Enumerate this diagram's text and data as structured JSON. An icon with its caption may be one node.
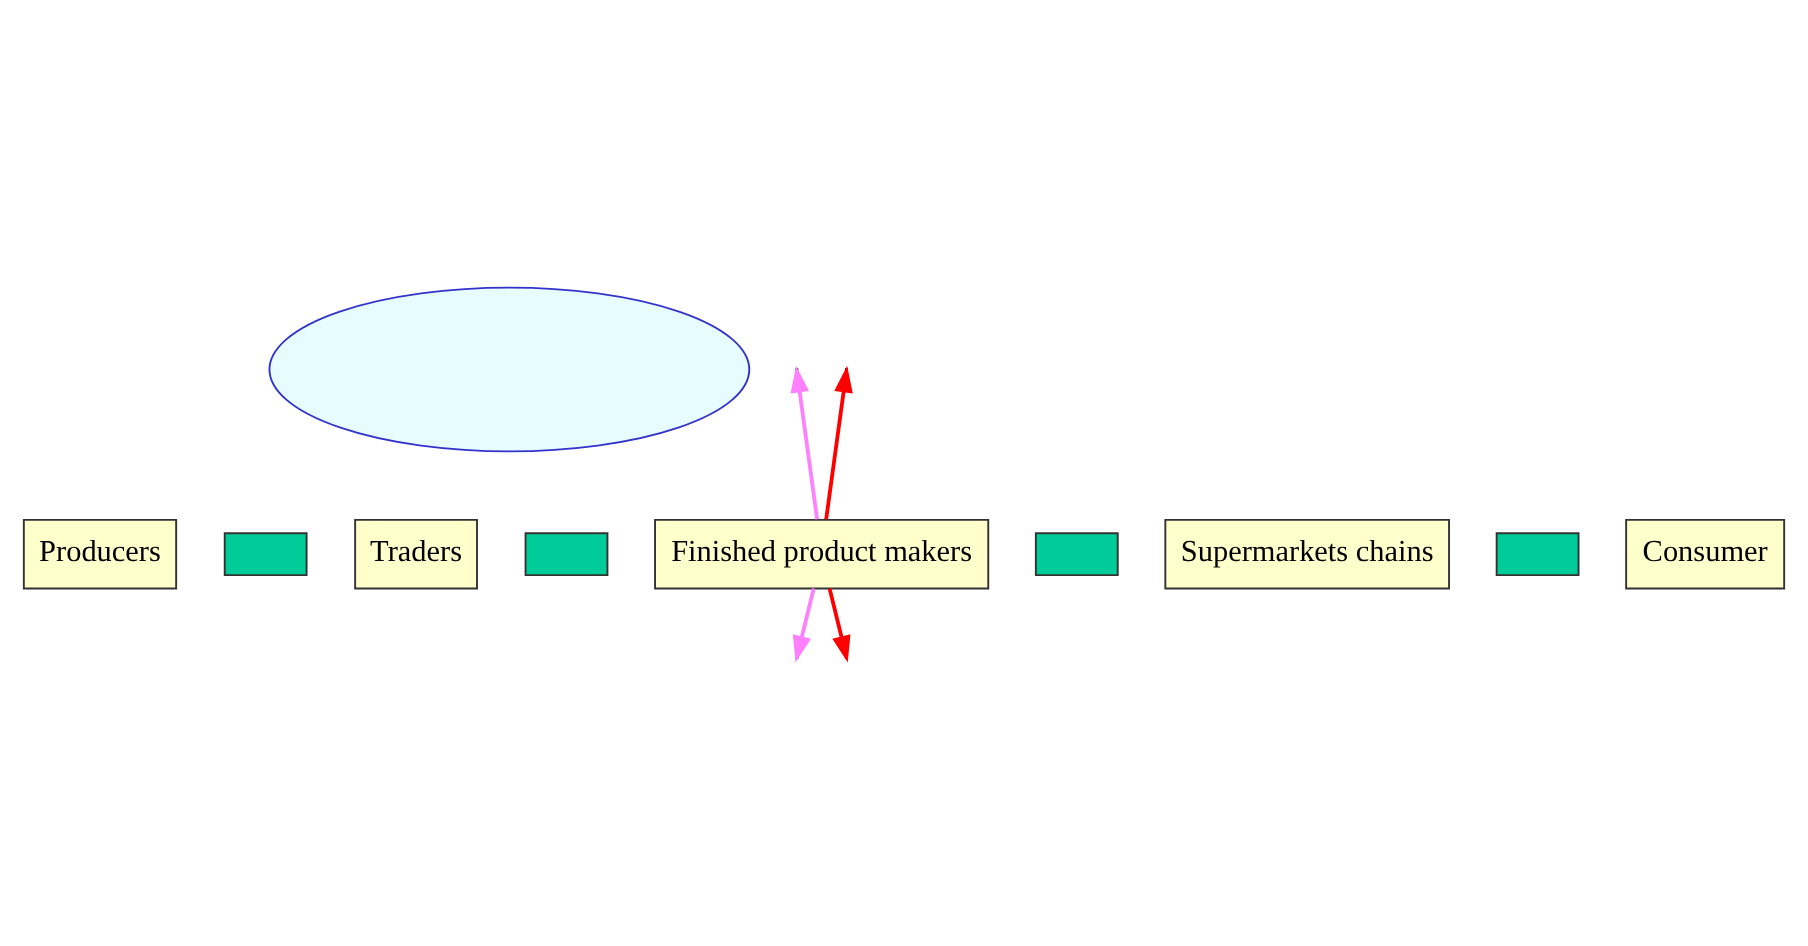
{
  "diagram": {
    "nodes": [
      {
        "text": [],
        "shape": "ellipse"
      },
      {
        "text": [
          "Producers"
        ]
      },
      {
        "text": [],
        "shape": "box"
      },
      {
        "text": [
          "Traders"
        ]
      },
      {
        "text": [],
        "shape": "box"
      },
      {
        "text": [
          "Finished product makers"
        ]
      },
      {
        "text": [],
        "shape": "box"
      },
      {
        "text": [
          "Supermarkets chains"
        ]
      },
      {
        "text": [],
        "shape": "box"
      },
      {
        "text": [
          "Consumer"
        ]
      }
    ],
    "edges": [
      {
        "from": 5,
        "to": null,
        "arrow": "to",
        "color": "#ff80ff"
      },
      {
        "from": 5,
        "to": null,
        "arrow": "to",
        "color": "#ff0000"
      },
      {
        "from": 5,
        "to": null,
        "arrow": "to",
        "color": "#ff80ff"
      },
      {
        "from": 5,
        "to": null,
        "arrow": "to",
        "color": "#ff0000"
      }
    ]
  }
}
